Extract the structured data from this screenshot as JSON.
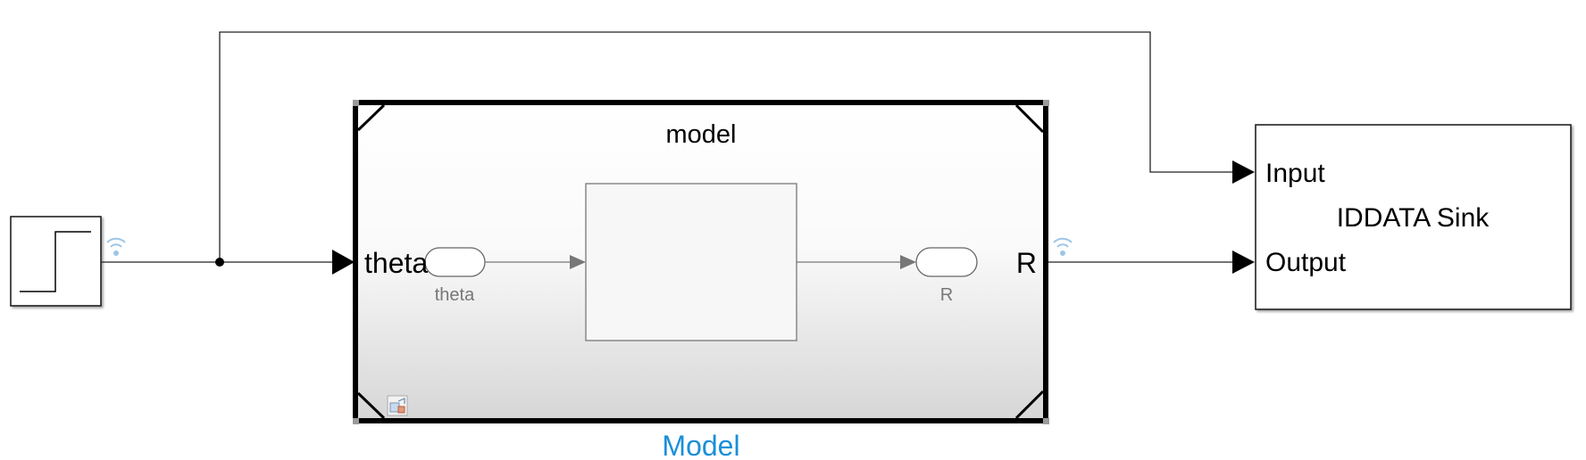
{
  "step_block": {
    "icon": "step-function-icon"
  },
  "model_block": {
    "title": "model",
    "name": "Model",
    "inport_label": "theta",
    "outport_label": "R",
    "inner_inport": "theta",
    "inner_outport": "R",
    "badge_icon": "reference-model-badge-icon"
  },
  "sink_block": {
    "name": "IDDATA Sink",
    "port_input": "Input",
    "port_output": "Output"
  },
  "signal_icons": [
    "signal-logging-icon",
    "signal-logging-icon"
  ],
  "colors": {
    "line": "#000000",
    "inner_line": "#777777",
    "name_link": "#1a8fd8",
    "log_icon": "#9ec5e8"
  }
}
